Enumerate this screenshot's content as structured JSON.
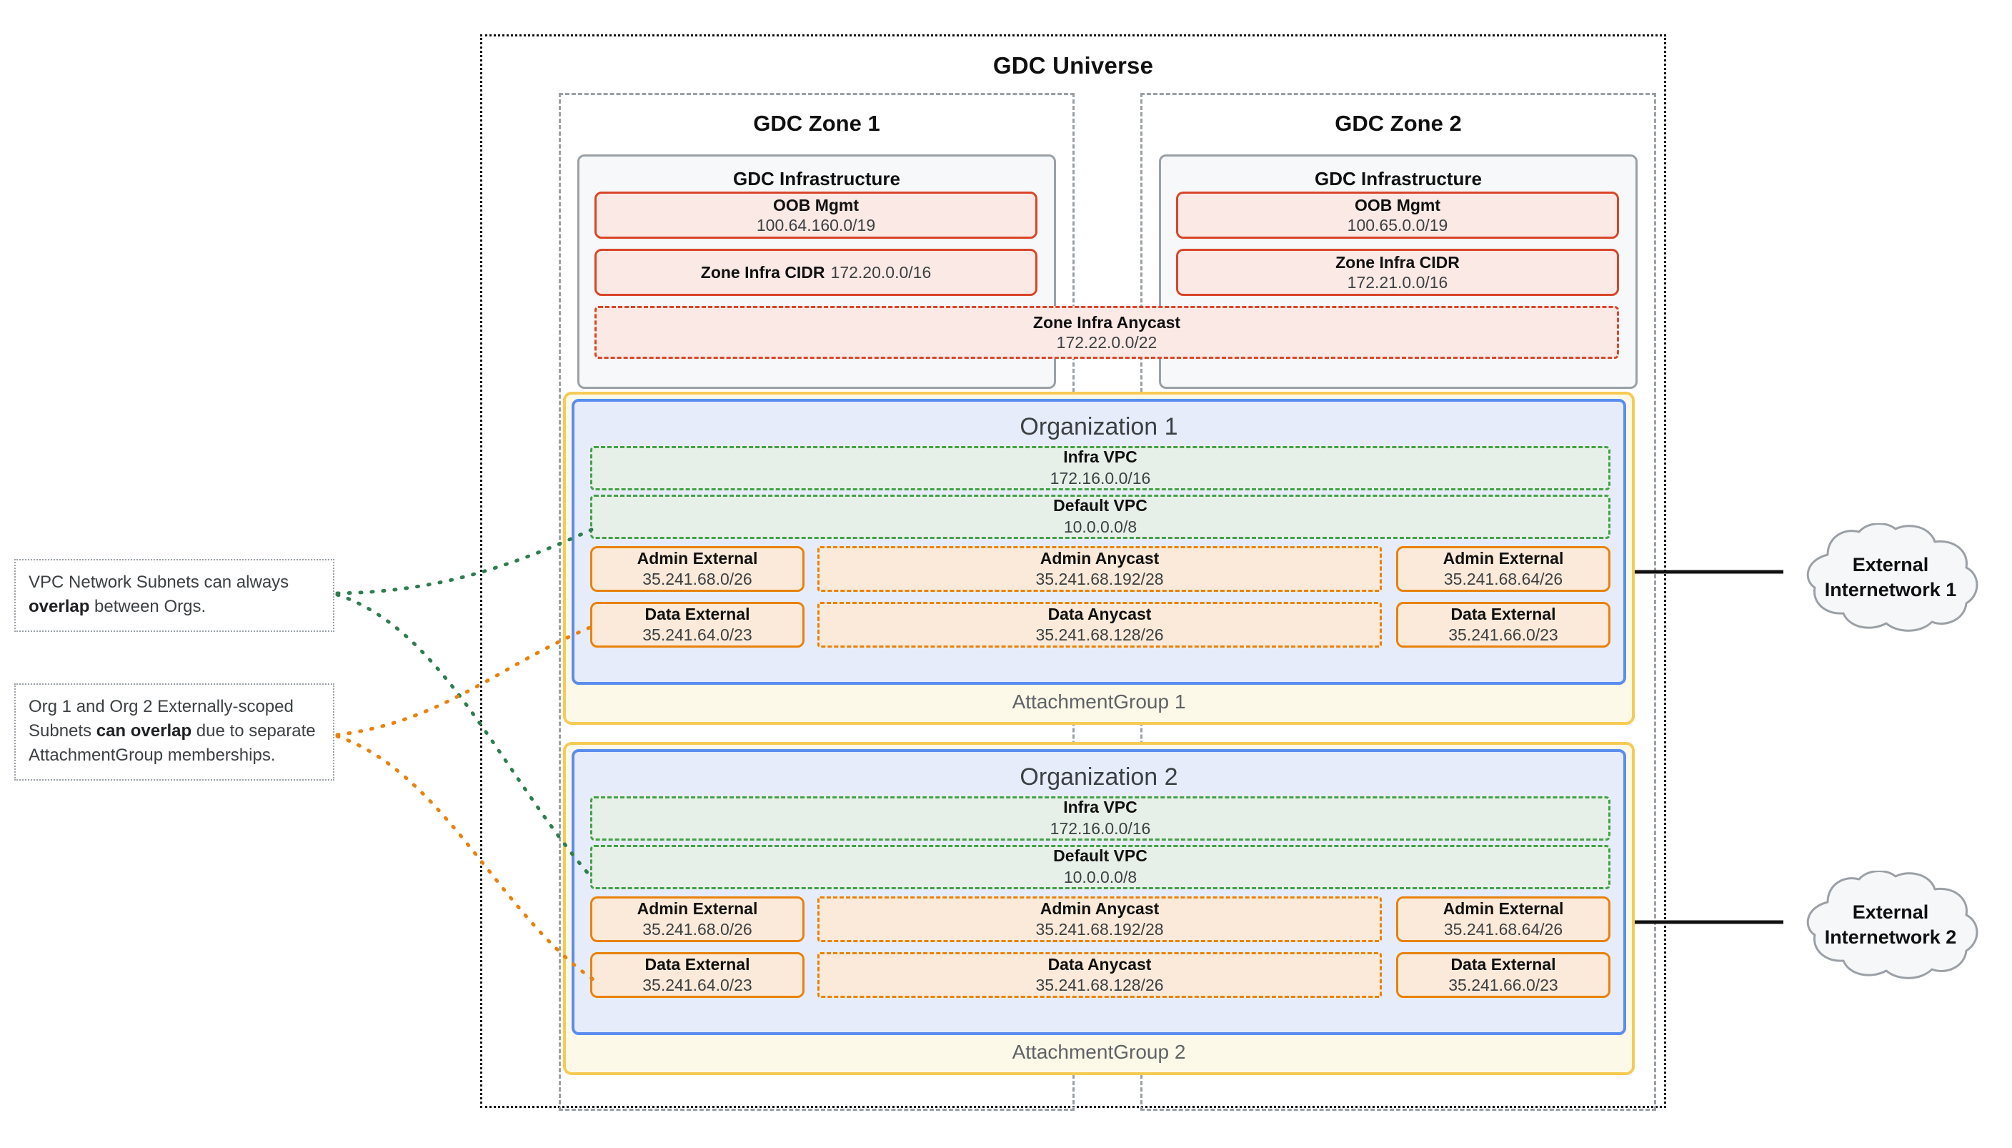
{
  "universe": {
    "title": "GDC Universe"
  },
  "zones": [
    {
      "title": "GDC Zone 1",
      "infra_title": "GDC Infrastructure",
      "oob": {
        "label": "OOB Mgmt",
        "cidr": "100.64.160.0/19"
      },
      "zone_infra_cidr": {
        "label": "Zone Infra CIDR",
        "cidr": "172.20.0.0/16"
      }
    },
    {
      "title": "GDC Zone 2",
      "infra_title": "GDC Infrastructure",
      "oob": {
        "label": "OOB Mgmt",
        "cidr": "100.65.0.0/19"
      },
      "zone_infra_cidr": {
        "label": "Zone Infra CIDR",
        "cidr": "172.21.0.0/16"
      }
    }
  ],
  "zone_infra_anycast": {
    "label": "Zone Infra Anycast",
    "cidr": "172.22.0.0/22"
  },
  "organizations": [
    {
      "title": "Organization 1",
      "attachment_group": "AttachmentGroup 1",
      "infra_vpc": {
        "label": "Infra VPC",
        "cidr": "172.16.0.0/16"
      },
      "default_vpc": {
        "label": "Default VPC",
        "cidr": "10.0.0.0/8"
      },
      "subnets": {
        "admin_external_left": {
          "label": "Admin External",
          "cidr": "35.241.68.0/26"
        },
        "admin_anycast": {
          "label": "Admin Anycast",
          "cidr": "35.241.68.192/28"
        },
        "admin_external_right": {
          "label": "Admin External",
          "cidr": "35.241.68.64/26"
        },
        "data_external_left": {
          "label": "Data External",
          "cidr": "35.241.64.0/23"
        },
        "data_anycast": {
          "label": "Data Anycast",
          "cidr": "35.241.68.128/26"
        },
        "data_external_right": {
          "label": "Data External",
          "cidr": "35.241.66.0/23"
        }
      }
    },
    {
      "title": "Organization 2",
      "attachment_group": "AttachmentGroup 2",
      "infra_vpc": {
        "label": "Infra VPC",
        "cidr": "172.16.0.0/16"
      },
      "default_vpc": {
        "label": "Default VPC",
        "cidr": "10.0.0.0/8"
      },
      "subnets": {
        "admin_external_left": {
          "label": "Admin External",
          "cidr": "35.241.68.0/26"
        },
        "admin_anycast": {
          "label": "Admin Anycast",
          "cidr": "35.241.68.192/28"
        },
        "admin_external_right": {
          "label": "Admin External",
          "cidr": "35.241.68.64/26"
        },
        "data_external_left": {
          "label": "Data External",
          "cidr": "35.241.64.0/23"
        },
        "data_anycast": {
          "label": "Data Anycast",
          "cidr": "35.241.68.128/26"
        },
        "data_external_right": {
          "label": "Data External",
          "cidr": "35.241.66.0/23"
        }
      }
    }
  ],
  "callouts": [
    {
      "text_before": "VPC Network Subnets can always ",
      "emphasis": "overlap",
      "text_after": " between Orgs."
    },
    {
      "text_before": "Org 1 and Org 2 Externally-scoped Subnets ",
      "emphasis": "can overlap",
      "text_after": " due to separate AttachmentGroup memberships."
    }
  ],
  "external_networks": [
    {
      "line1": "External",
      "line2": "Internetwork 1"
    },
    {
      "line1": "External",
      "line2": "Internetwork 2"
    }
  ],
  "colors": {
    "universe_border": "#111111",
    "zone_border": "#9aa0a6",
    "infra_border": "#9aa0a6",
    "infra_fill": "#f6f8f9",
    "red_border": "#d9452a",
    "red_fill": "#fae9e5",
    "attachment_border": "#f6cb55",
    "attachment_fill": "#fdf9e8",
    "org_border": "#5b8def",
    "org_fill": "#e6ecfa",
    "vpc_border": "#43a047",
    "vpc_fill": "#e7f0e8",
    "subnet_border": "#e8820c",
    "subnet_fill": "#fbead9",
    "cloud_border": "#9aa0a6",
    "cloud_fill": "#f5f7f8",
    "connector": "#111111",
    "callout_green": "#2f7d4f",
    "callout_orange": "#e8820c"
  }
}
